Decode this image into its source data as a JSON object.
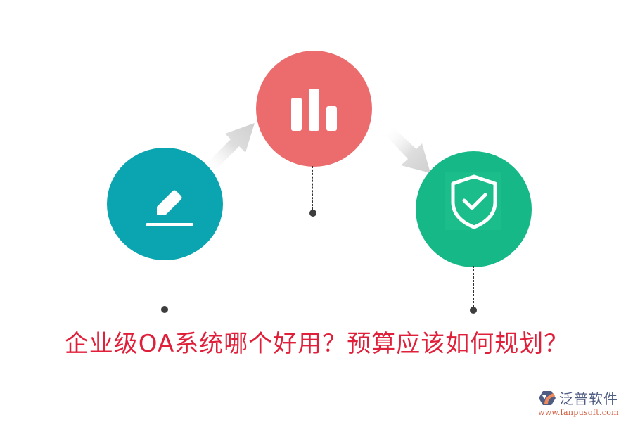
{
  "title": "企业级OA系统哪个好用？预算应该如何规划？",
  "steps": [
    {
      "icon": "pencil-edit-icon",
      "color": "#0aa5b0"
    },
    {
      "icon": "bar-chart-icon",
      "color": "#ec6c6e"
    },
    {
      "icon": "shield-check-icon",
      "color": "#17b887"
    }
  ],
  "colors": {
    "title": "#e0203a",
    "arrow": "#d9d9d9",
    "connector": "#333333",
    "dot": "#3d3d3d"
  },
  "logo": {
    "name": "泛普软件",
    "url": "www.fanpusoft.com"
  }
}
